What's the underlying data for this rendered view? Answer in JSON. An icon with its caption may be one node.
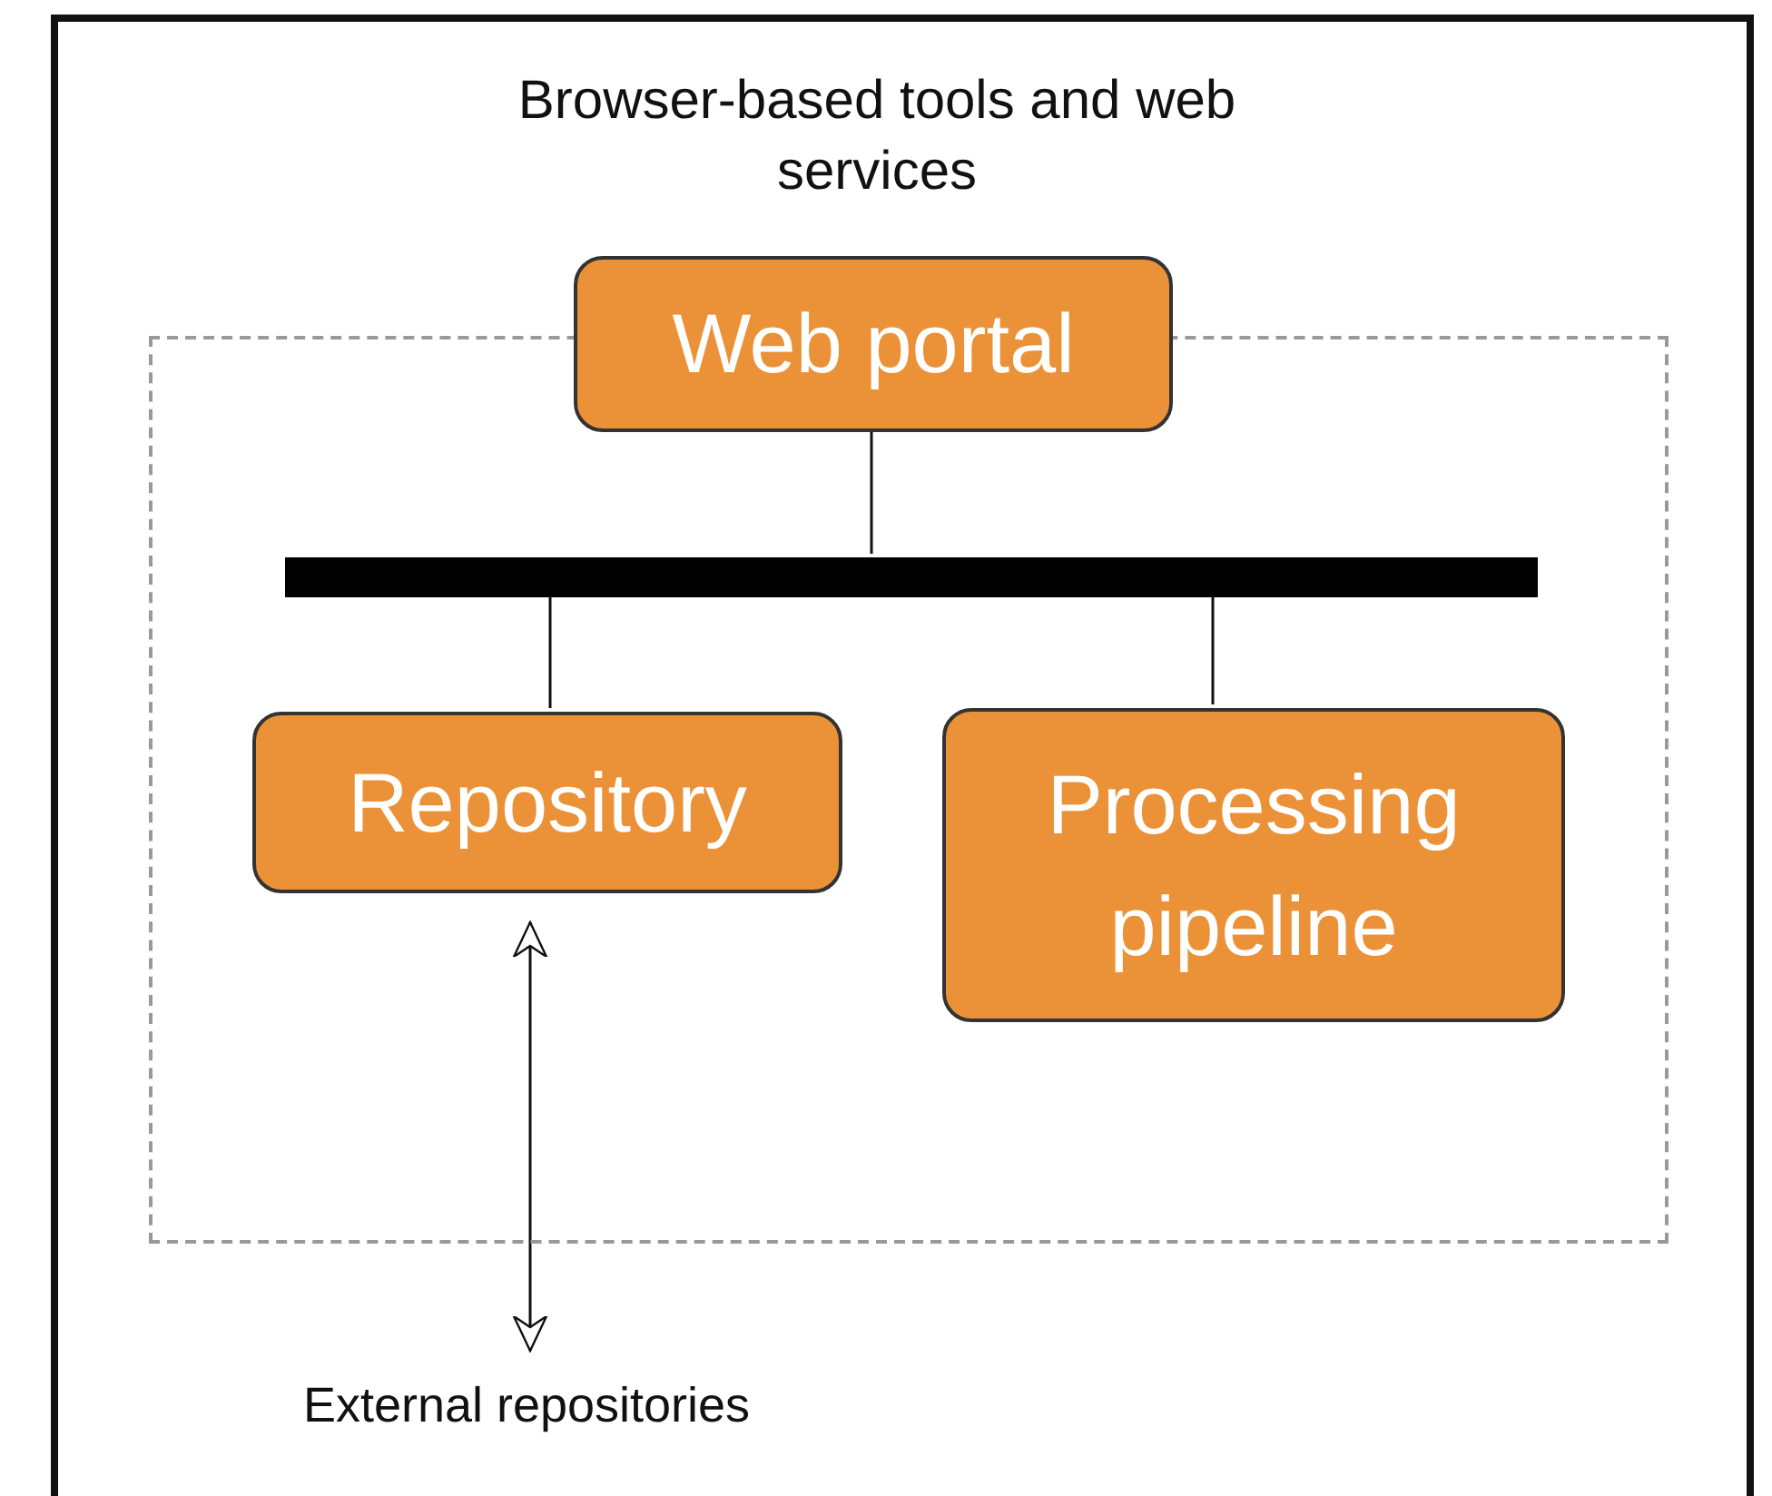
{
  "diagram": {
    "nodes": [
      {
        "text": [],
        "shape": "box"
      },
      {
        "text": [
          "Web portal"
        ]
      },
      {
        "text": [],
        "shape": "bar",
        "in": 0
      },
      {
        "text": [
          "Repository"
        ],
        "in": 0
      },
      {
        "text": [
          "Processing pipeline"
        ],
        "in": 0
      },
      {
        "text": [
          "External repositories"
        ]
      }
    ],
    "edges": [
      {
        "from": 1,
        "to": 2,
        "arrow": "none"
      },
      {
        "from": 2,
        "to": 3,
        "arrow": "none"
      },
      {
        "from": 2,
        "to": 4,
        "arrow": "none"
      },
      {
        "from": 3,
        "to": 5,
        "arrow": "both"
      }
    ],
    "labels": [
      "Browser-based tools and web services"
    ]
  }
}
